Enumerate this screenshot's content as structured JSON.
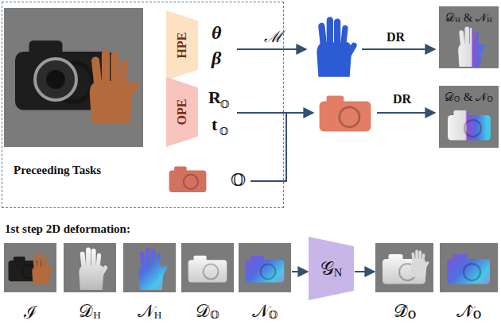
{
  "diagram": {
    "nodes": [
      {
        "text": [
          "Preceeding Tasks"
        ]
      },
      {
        "text": [
          "HPE"
        ],
        "in": 0
      },
      {
        "text": [
          "OPE"
        ],
        "in": 0
      },
      {
        "text": [
          "𝒟",
          "H",
          "&",
          "𝒩",
          "H"
        ]
      },
      {
        "text": [
          "𝒟",
          "𝕆",
          "&",
          "𝒩",
          "𝕆"
        ]
      },
      {
        "text": [
          "ℐ"
        ]
      },
      {
        "text": [
          "𝒟",
          "H"
        ]
      },
      {
        "text": [
          "𝒩",
          "H"
        ]
      },
      {
        "text": [
          "𝒟",
          "𝕆"
        ]
      },
      {
        "text": [
          "𝒩",
          "𝕆"
        ]
      },
      {
        "text": [
          "𝒢",
          "N"
        ]
      },
      {
        "text": [
          "𝒟̂",
          "𝐎"
        ]
      },
      {
        "text": [
          "𝒩̂",
          "𝐎"
        ]
      }
    ],
    "edges": [
      {
        "from": 9,
        "to": 10,
        "arrow": "to"
      },
      {
        "from": 10,
        "to": 11,
        "arrow": "to"
      }
    ],
    "labels": [
      "θ",
      "β",
      "R",
      "𝕆",
      "t",
      "𝕆",
      "𝕆",
      "ℳ",
      "DR",
      "DR",
      "1st step 2D deformation:"
    ]
  }
}
